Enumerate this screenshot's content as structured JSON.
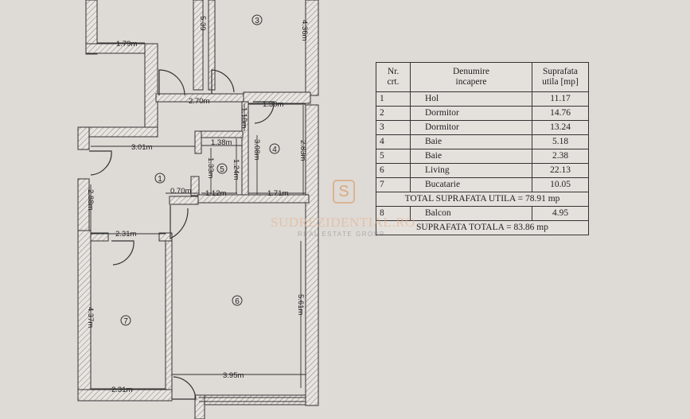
{
  "plan": {
    "dimensions": {
      "d_179": "1.79m",
      "d_270": "2.70m",
      "d_130": "1.30m",
      "d_301": "3.01m",
      "d_138": "1.38m",
      "d_070": "0.70m",
      "d_112": "1.12m",
      "d_171": "1.71m",
      "d_231_top": "2.31m",
      "d_395": "3.95m",
      "d_231_bottom": "2.31m",
      "d_539": "5.39",
      "d_436": "4.36m",
      "d_110": "1.10m",
      "d_308": "3.08m",
      "d_283": "2.83m",
      "d_124": "1.24m",
      "d_133": "1.33m",
      "d_288": "2.88m",
      "d_561": "5.61m",
      "d_437": "4.37m"
    },
    "room_markers": {
      "r1": "1",
      "r3": "3",
      "r4": "4",
      "r5": "5",
      "r6": "6",
      "r7": "7"
    }
  },
  "table": {
    "headers": {
      "nr_line1": "Nr.",
      "nr_line2": "crt.",
      "name_line1": "Denumire",
      "name_line2": "incapere",
      "area_line1": "Suprafata",
      "area_line2": "utila [mp]"
    },
    "rows": [
      {
        "nr": "1",
        "name": "Hol",
        "area": "11.17"
      },
      {
        "nr": "2",
        "name": "Dormitor",
        "area": "14.76"
      },
      {
        "nr": "3",
        "name": "Dormitor",
        "area": "13.24"
      },
      {
        "nr": "4",
        "name": "Baie",
        "area": "5.18"
      },
      {
        "nr": "5",
        "name": "Baie",
        "area": "2.38"
      },
      {
        "nr": "6",
        "name": "Living",
        "area": "22.13"
      },
      {
        "nr": "7",
        "name": "Bucatarie",
        "area": "10.05"
      }
    ],
    "total_useful": "TOTAL SUPRAFATA UTILA = 78.91 mp",
    "balcony": {
      "nr": "8",
      "name": "Balcon",
      "area": "4.95"
    },
    "total_overall": "SUPRAFATA TOTALA = 83.86 mp"
  },
  "watermark": {
    "logo_letter": "S",
    "name": "SUDREZIDENTIAL.RO",
    "subtitle": "REAL ESTATE GROUP",
    "accent_color": "#d7965a"
  }
}
